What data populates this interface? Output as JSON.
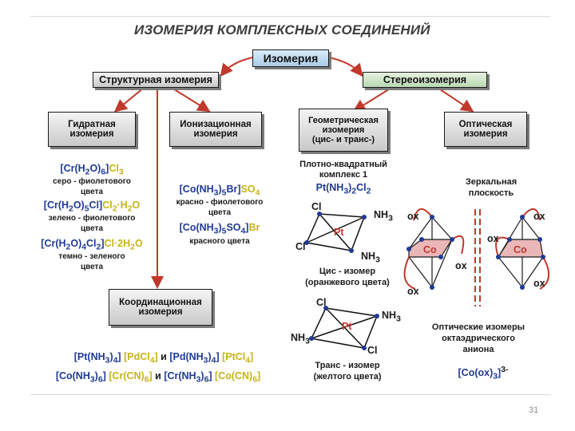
{
  "title": "ИЗОМЕРИЯ КОМПЛЕКСНЫХ СОЕДИНЕНИЙ",
  "page_number": "31",
  "root": "Изомерия",
  "structural": "Структурная изомерия",
  "stereo": "Стереоизомерия",
  "hydrate": [
    "Гидратная",
    "изомерия"
  ],
  "ionization": [
    "Ионизационная",
    "изомерия"
  ],
  "geometric": [
    "Геометрическая",
    "изомерия",
    "(цис- и транс-)"
  ],
  "optical": [
    "Оптическая",
    "изомерия"
  ],
  "coordination": [
    "Координационная",
    "изомерия"
  ],
  "hydrate_examples": [
    {
      "formula_a": "[Cr(H",
      "sub1": "2",
      "formula_b": "O)",
      "sub2": "6",
      "formula_c": "]",
      "ion": "Cl",
      "ion_sub": "3",
      "note": [
        "серо - фиолетового",
        "цвета"
      ]
    },
    {
      "formula": "[Cr(H2O)5Cl]Cl2·H2O",
      "note": [
        "зелено - фиолетового",
        "цвета"
      ]
    },
    {
      "formula": "[Cr(H2O)4Cl2]Cl·2H2O",
      "note": [
        "темно - зеленого",
        "цвета"
      ]
    }
  ],
  "ionization_examples": [
    {
      "formula": "[Co(NH3)5Br]SO4",
      "note": [
        "красно - фиолетового",
        "цвета"
      ]
    },
    {
      "formula": "[Co(NH3)5SO4]Br",
      "note": [
        "красного цвета"
      ]
    }
  ],
  "coordination_examples": [
    "[Pt(NH3)4] [PdCl4] и [Pd(NH3)4] [PtCl4]",
    "[Co(NH3)6] [Cr(CN)6] и [Cr(NH3)6] [Co(CN)6]"
  ],
  "square_planar": [
    "Плотно-квадратный",
    "комплекс 1",
    "Pt(NH3)2Cl2"
  ],
  "cis": {
    "caption": [
      "Цис - изомер",
      "(оранжевого цвета)"
    ],
    "labels": [
      "Cl",
      "NH3",
      "Cl",
      "NH3",
      "Pt"
    ]
  },
  "trans": {
    "caption": [
      "Транс - изомер",
      "(желтого цвета)"
    ],
    "labels": [
      "Cl",
      "NH3",
      "NH3",
      "Cl",
      "Pt"
    ]
  },
  "mirror": [
    "Зеркальная",
    "плоскость"
  ],
  "optical_caption": [
    "Оптические изомеры",
    "октаэдрического",
    "аниона"
  ],
  "optical_formula": "[Co(ox)3]3-",
  "ox_label": "ox",
  "co_label": "Co"
}
